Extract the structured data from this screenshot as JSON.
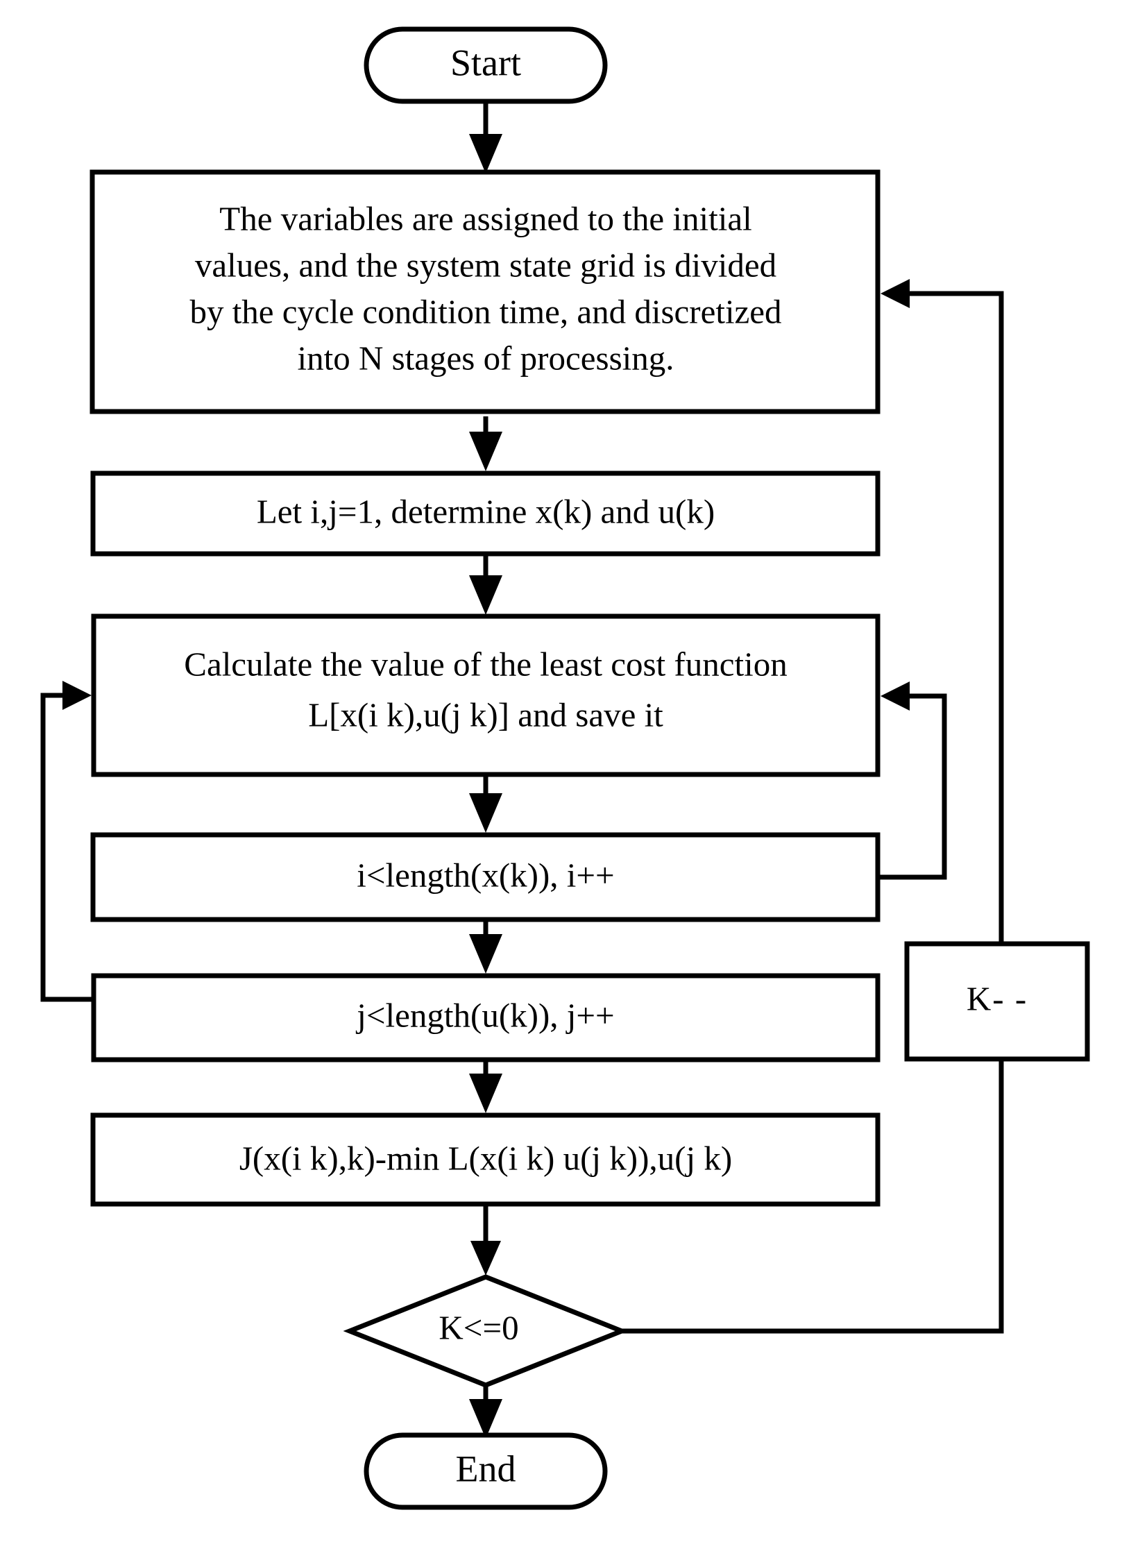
{
  "diagram": {
    "title": "Dynamic programming algorithm flowchart",
    "type": "flowchart",
    "background_color": "#ffffff",
    "line_color": "#000000",
    "text_color": "#000000",
    "nodes": [
      {
        "id": "start",
        "shape": "terminator",
        "label": "Start"
      },
      {
        "id": "init",
        "shape": "process",
        "label": "The variables are assigned to the initial values, and the system state grid is divided by the cycle condition time, and discretized into N stages of processing.",
        "lines": [
          "The variables are assigned to the initial",
          "values, and the system state grid is divided",
          "by the cycle condition time, and discretized",
          "into N stages of processing."
        ]
      },
      {
        "id": "let-ij",
        "shape": "process",
        "label": "Let i,j=1, determine x(k) and u(k)",
        "lines": [
          "Let i,j=1, determine x(k) and u(k)"
        ]
      },
      {
        "id": "calc-cost",
        "shape": "process",
        "label": "Calculate the value of the least cost function L[x(i k),u(j k)] and save it",
        "lines": [
          "Calculate the value of the least cost function",
          "L[x(i k),u(j k)] and save it"
        ]
      },
      {
        "id": "loop-i",
        "shape": "process",
        "label": "i<length(x(k)), i++",
        "lines": [
          "i<length(x(k)), i++"
        ]
      },
      {
        "id": "loop-j",
        "shape": "process",
        "label": "j<length(u(k)), j++",
        "lines": [
          "j<length(u(k)), j++"
        ]
      },
      {
        "id": "cost-to-go",
        "shape": "process",
        "label": "J(x(i k),k)-min L(x(i k) u(j k)),u(j k)",
        "lines": [
          "J(x(i k),k)-min L(x(i k) u(j k)),u(j k)"
        ]
      },
      {
        "id": "decision-k",
        "shape": "decision",
        "label": "K<=0"
      },
      {
        "id": "k-decrement",
        "shape": "process",
        "label": "K- -",
        "lines": [
          "K- -"
        ]
      },
      {
        "id": "end",
        "shape": "terminator",
        "label": "End"
      }
    ],
    "edges": [
      {
        "id": "e-start-init",
        "from": "start",
        "to": "init",
        "label": "",
        "style": "straight-down"
      },
      {
        "id": "e-init-letij",
        "from": "init",
        "to": "let-ij",
        "label": "",
        "style": "straight-down"
      },
      {
        "id": "e-letij-calc",
        "from": "let-ij",
        "to": "calc-cost",
        "label": "",
        "style": "straight-down"
      },
      {
        "id": "e-calc-loopi",
        "from": "calc-cost",
        "to": "loop-i",
        "label": "",
        "style": "straight-down"
      },
      {
        "id": "e-loopi-loopj",
        "from": "loop-i",
        "to": "loop-j",
        "label": "",
        "style": "straight-down"
      },
      {
        "id": "e-loopj-costtogo",
        "from": "loop-j",
        "to": "cost-to-go",
        "label": "",
        "style": "straight-down"
      },
      {
        "id": "e-costtogo-decision",
        "from": "cost-to-go",
        "to": "decision-k",
        "label": "",
        "style": "straight-down"
      },
      {
        "id": "e-decision-end",
        "from": "decision-k",
        "to": "end",
        "label": "",
        "style": "straight-down"
      },
      {
        "id": "e-loopi-back-calc",
        "from": "loop-i",
        "to": "calc-cost",
        "label": "",
        "style": "right-feedback-inner"
      },
      {
        "id": "e-loopj-back-calc",
        "from": "loop-j",
        "to": "calc-cost",
        "label": "",
        "style": "left-feedback"
      },
      {
        "id": "e-decision-kdec",
        "from": "decision-k",
        "to": "k-decrement",
        "label": "",
        "style": "right-riser"
      },
      {
        "id": "e-kdec-init",
        "from": "k-decrement",
        "to": "init",
        "label": "",
        "style": "right-feedback-outer"
      }
    ]
  }
}
